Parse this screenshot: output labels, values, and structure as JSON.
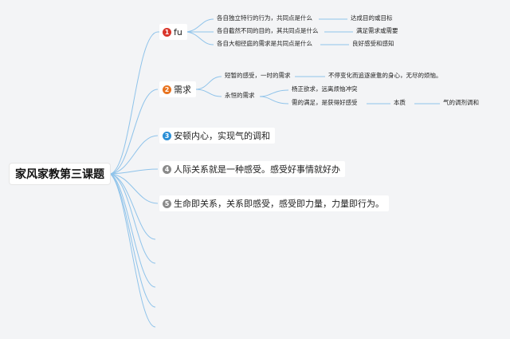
{
  "root": {
    "title": "家风家教第三课题"
  },
  "branches": [
    {
      "number": "1",
      "label": "fu",
      "badge_color": "#d9362b",
      "children": [
        {
          "text": "各自独立特行的行为，共同点是什么",
          "child": "达成目的或目标"
        },
        {
          "text": "各自截然不同的目的，其共同点是什么",
          "child": "满足需求或需要"
        },
        {
          "text": "各自大相径庭的需求是共同点是什么",
          "child": "良好感受和感知"
        }
      ]
    },
    {
      "number": "2",
      "label": "需求",
      "badge_color": "#e8731f",
      "children": [
        {
          "text": "短暂的感受，一时的需求",
          "child": "不停变化而追逐疲惫的身心，无尽的烦恼。"
        },
        {
          "text": "永恒的需求",
          "children": [
            {
              "text": "杨正欲求，远离烦恼冲突"
            },
            {
              "text": "需的满足，是获得好感受",
              "child": "本质",
              "grandchild": "气的调剂调和"
            }
          ]
        }
      ]
    },
    {
      "number": "3",
      "label": "安顿内心，实现气的调和",
      "badge_color": "#2b8fd6"
    },
    {
      "number": "4",
      "label": "人际关系就是一种感受。感受好事情就好办",
      "badge_color": "#8a8a8a"
    },
    {
      "number": "5",
      "label": "生命即关系，关系即感受，感受即力量，力量即行为。",
      "badge_color": "#8a8a8a"
    }
  ],
  "colors": {
    "connector": "#8fc3ea",
    "background": "#f3f4f6"
  }
}
